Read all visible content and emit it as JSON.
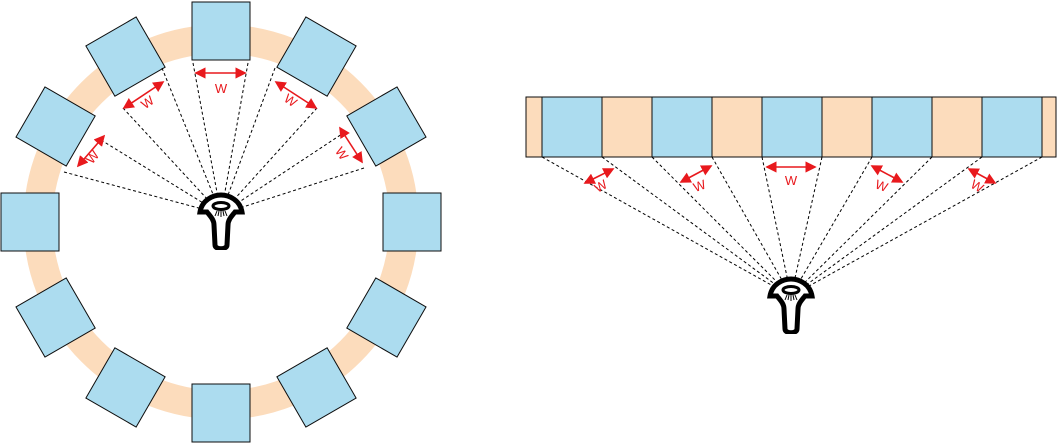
{
  "colors": {
    "tile_fill": "#acdcef",
    "track_fill": "#fcdcbc",
    "arrow": "#e8191d",
    "outline": "#0d0d0d"
  },
  "icons": {
    "viewer": "viewer-head-icon"
  },
  "circular_layout": {
    "tile_count": 12,
    "measured_gaps": [
      {
        "label": "W"
      },
      {
        "label": "W"
      },
      {
        "label": "W"
      },
      {
        "label": "W"
      },
      {
        "label": "W"
      }
    ]
  },
  "linear_layout": {
    "tile_count": 5,
    "measured_gaps": [
      {
        "label": "W"
      },
      {
        "label": "W"
      },
      {
        "label": "W"
      },
      {
        "label": "W"
      },
      {
        "label": "W"
      }
    ]
  }
}
